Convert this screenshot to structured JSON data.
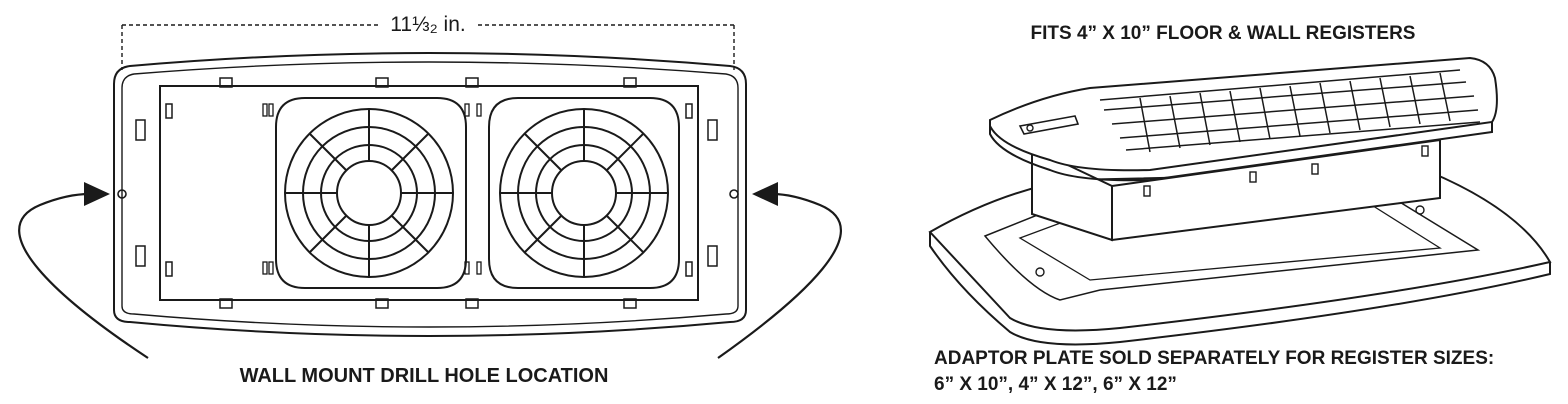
{
  "left_diagram": {
    "dimension_label": "11⅓₂ in.",
    "caption": "WALL MOUNT DRILL HOLE LOCATION"
  },
  "right_diagram": {
    "title": "FITS 4” X 10” FLOOR & WALL REGISTERS",
    "caption_line1": "ADAPTOR PLATE SOLD SEPARATELY FOR REGISTER SIZES:",
    "caption_line2": "6” X 10”, 4” X 12”, 6” X 12”"
  },
  "colors": {
    "line": "#1a1a1a",
    "background": "#ffffff"
  }
}
